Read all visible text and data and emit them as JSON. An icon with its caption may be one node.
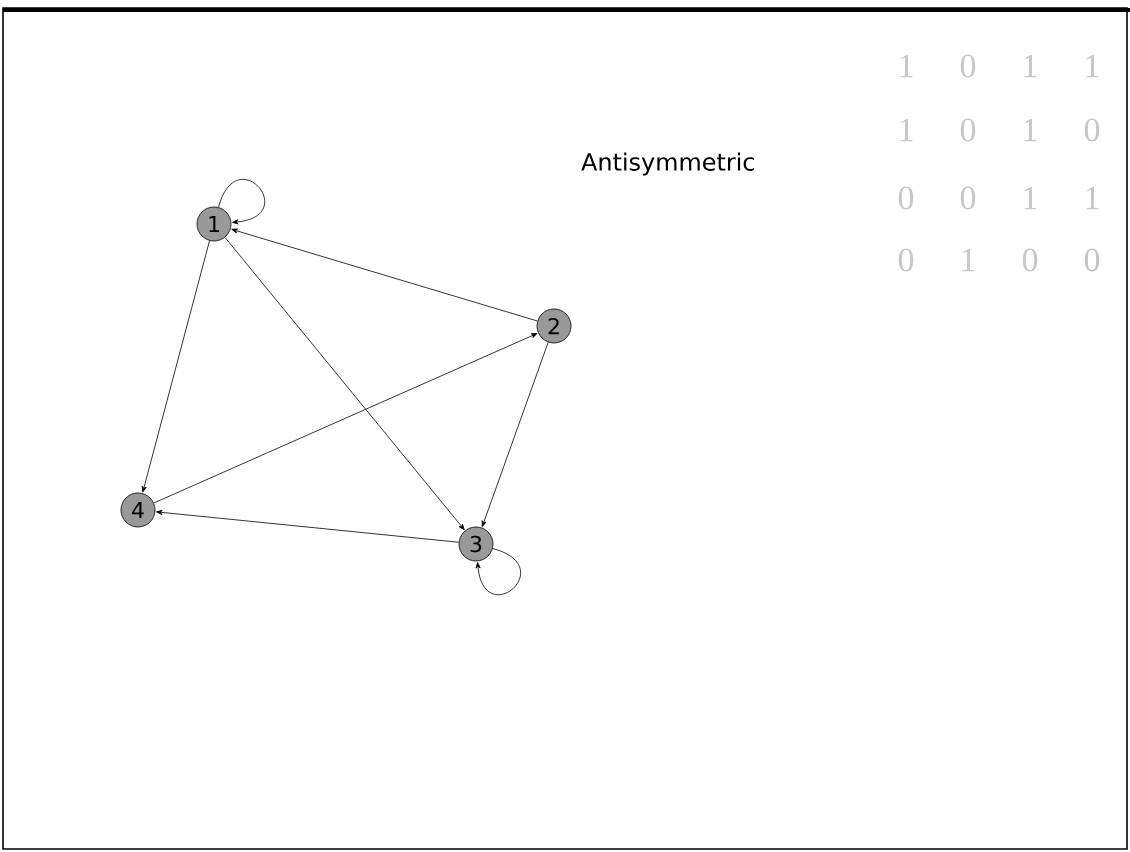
{
  "diagram": {
    "nodes": [
      {
        "text": [
          "1"
        ]
      },
      {
        "text": [
          "2"
        ]
      },
      {
        "text": [
          "3"
        ]
      },
      {
        "text": [
          "4"
        ]
      }
    ],
    "edges": [
      {
        "from": 0,
        "to": 0,
        "arrow": "to"
      },
      {
        "from": 1,
        "to": 0,
        "arrow": "to"
      },
      {
        "from": 0,
        "to": 3,
        "arrow": "to"
      },
      {
        "from": 0,
        "to": 2,
        "arrow": "to"
      },
      {
        "from": 3,
        "to": 1,
        "arrow": "to"
      },
      {
        "from": 1,
        "to": 2,
        "arrow": "to"
      },
      {
        "from": 2,
        "to": 3,
        "arrow": "to"
      },
      {
        "from": 2,
        "to": 2,
        "arrow": "to"
      }
    ],
    "labels": [
      "Antisymmetric",
      "1",
      "0",
      "1",
      "1",
      "1",
      "0",
      "1",
      "0",
      "0",
      "0",
      "1",
      "1",
      "0",
      "1",
      "0",
      "0"
    ]
  }
}
